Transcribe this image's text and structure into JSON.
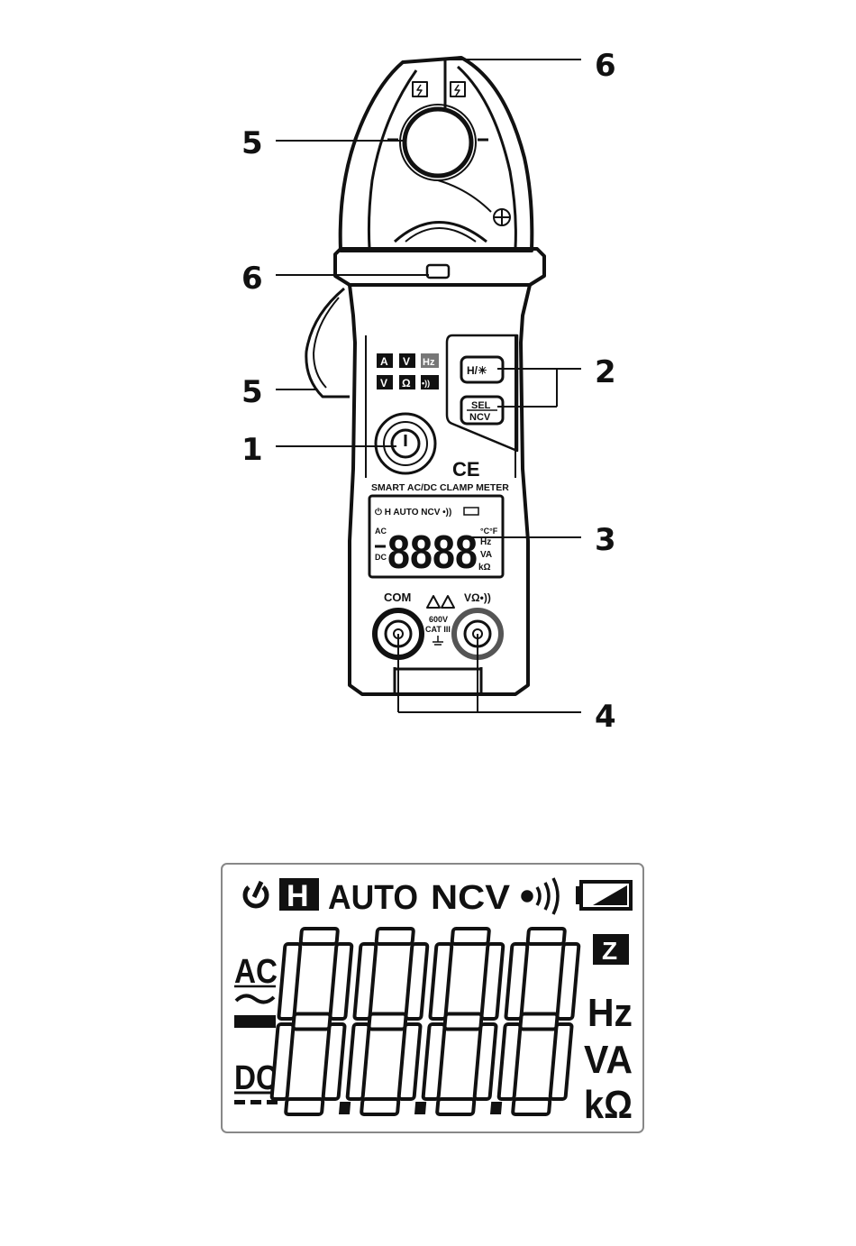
{
  "callouts": {
    "top_tip": "6",
    "jaw": "5",
    "trigger_button": "6",
    "side_lever": "5",
    "buttons": "2",
    "power": "1",
    "display": "3",
    "jacks": "4"
  },
  "meter": {
    "ce_mark": "CE",
    "model_label": "SMART AC/DC CLAMP METER",
    "function_icons": [
      "A",
      "V",
      "Hz",
      "V",
      "Ω",
      "•))"
    ],
    "button_hold_label": "H/☀",
    "button_sel_label": "SEL",
    "button_ncv_label": "NCV",
    "small_display": {
      "status": "⏻ H AUTO NCV •))",
      "ac": "AC",
      "dc": "DC",
      "digits": "8888",
      "units": [
        "°C°F",
        "Hz",
        "VA",
        "kΩ"
      ]
    },
    "com_label": "COM",
    "v_label": "VΩ•))",
    "rating_1": "600V",
    "rating_2": "CAT III"
  },
  "lcd": {
    "auto": "AUTO",
    "ncv": "NCV",
    "hold": "H",
    "z_badge": "Z",
    "ac": "AC",
    "dc": "DC",
    "digits": [
      "8",
      "8",
      "8",
      "8"
    ],
    "units": [
      "Hz",
      "VA",
      "kΩ"
    ]
  }
}
